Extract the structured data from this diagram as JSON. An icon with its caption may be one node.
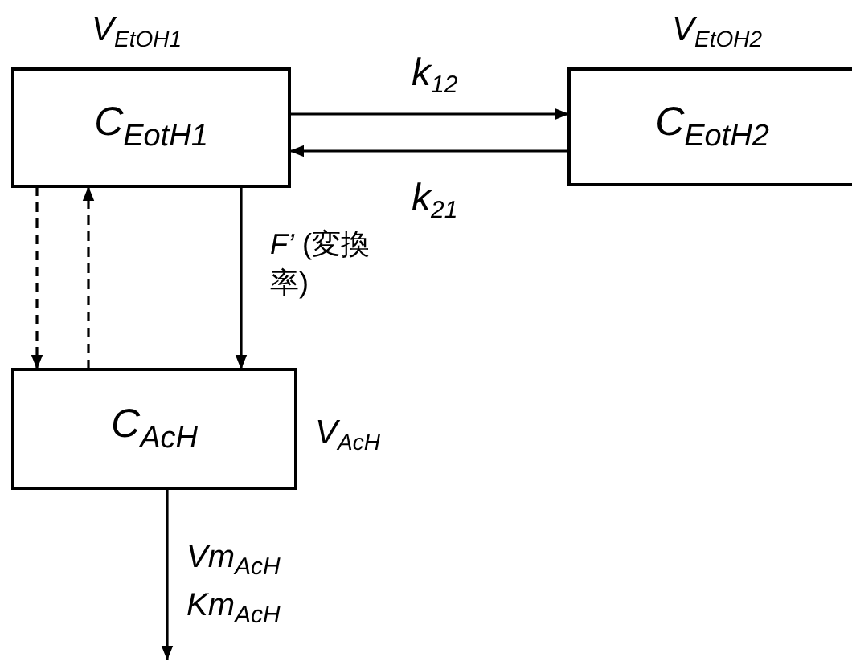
{
  "diagram": {
    "nodes": [
      {
        "text": [
          "C$_{EotH1}$"
        ],
        "beside": [
          "V$_{EtOH1}$"
        ]
      },
      {
        "text": [
          "C$_{EotH2}$"
        ],
        "beside": [
          "V$_{EtOH2}$"
        ]
      },
      {
        "text": [
          "C$_{AcH}$"
        ],
        "beside": [
          "V$_{AcH}$"
        ]
      }
    ],
    "edges": [
      {
        "from": 0,
        "to": 1,
        "arrow": "to",
        "label": "k$_{12}$"
      },
      {
        "from": 1,
        "to": 0,
        "arrow": "to",
        "label": "k$_{21}$"
      },
      {
        "from": 0,
        "to": 2,
        "arrow": "to",
        "style": "dashed"
      },
      {
        "from": 2,
        "to": 0,
        "arrow": "to",
        "style": "dashed"
      },
      {
        "from": 0,
        "to": 2,
        "arrow": "to",
        "label": "*F’* (変換率)"
      },
      {
        "from": 2,
        "to": null,
        "arrow": "to",
        "label": "Vm$_{AcH}$ Km$_{AcH}$"
      }
    ]
  }
}
